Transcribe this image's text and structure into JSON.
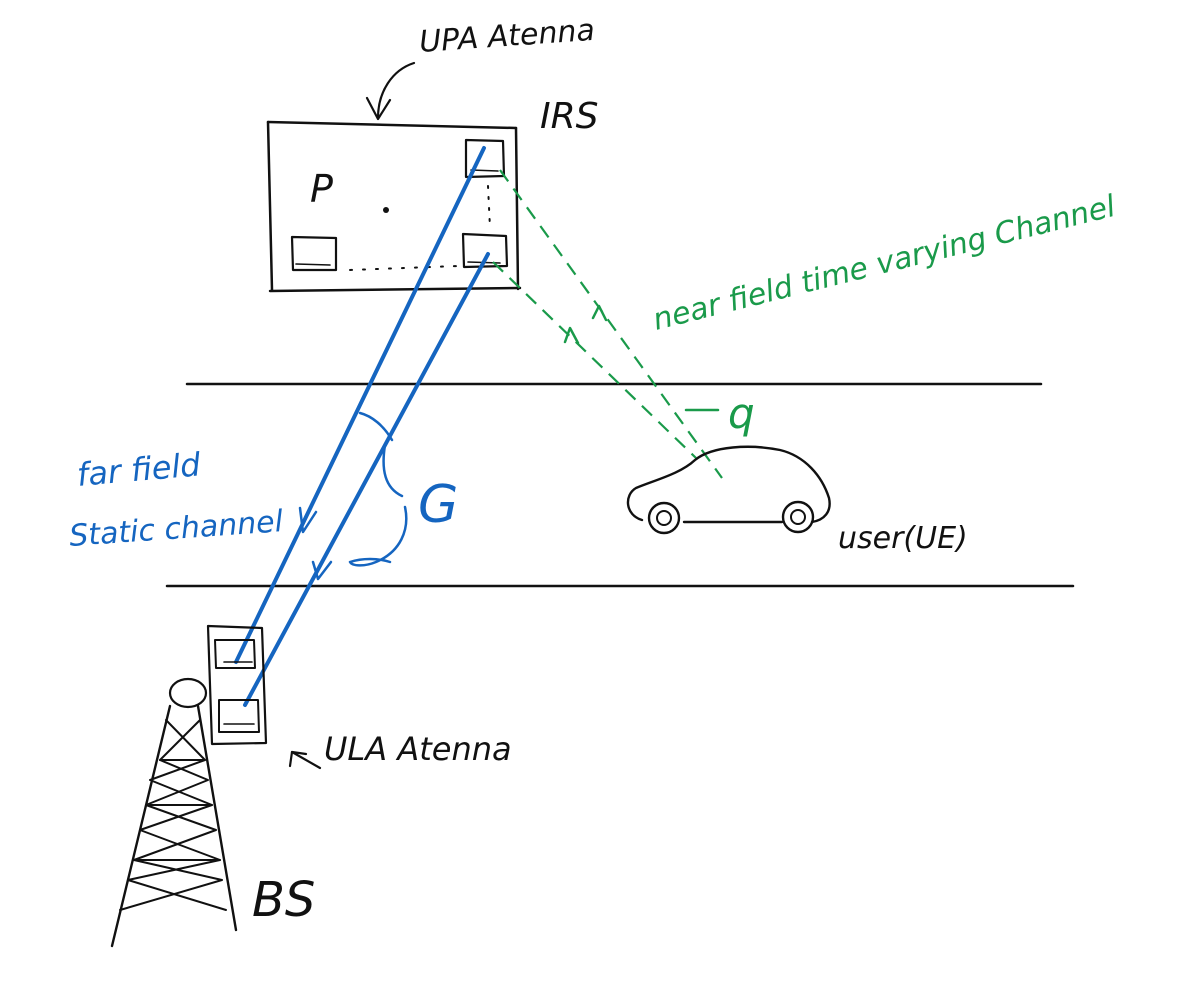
{
  "labels": {
    "upa_antenna": "UPA Atenna",
    "irs": "IRS",
    "irs_point": "P",
    "near_field": "near field time varying Channel",
    "user_channel": "q",
    "far_field_line1": "far field",
    "far_field_line2": "Static channel",
    "bs_channel": "G",
    "user": "user(UE)",
    "ula_antenna": "ULA Atenna",
    "bs": "BS"
  },
  "colors": {
    "ink": "#111111",
    "far_field": "#1565c0",
    "near_field": "#1a9a4a"
  },
  "icons": [
    "irs-panel-icon",
    "car-icon",
    "tower-icon",
    "ula-antenna-icon"
  ]
}
